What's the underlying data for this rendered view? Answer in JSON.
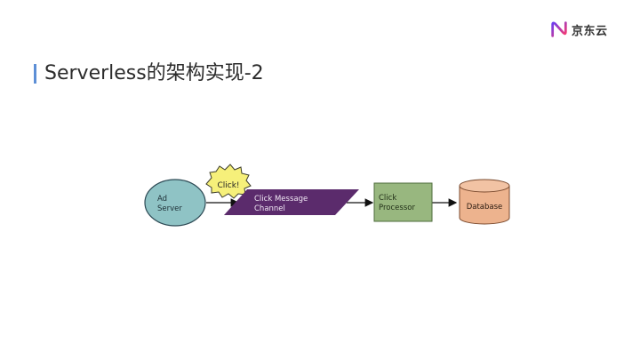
{
  "slide": {
    "title": "Serverless的架构实现-2",
    "brand": "京东云"
  },
  "diagram": {
    "ad_server": {
      "line1": "Ad",
      "line2": "Server"
    },
    "click_burst": "Click!",
    "message_channel": {
      "line1": "Click Message",
      "line2": "Channel"
    },
    "processor": {
      "line1": "Click",
      "line2": "Processor"
    },
    "database": "Database",
    "colors": {
      "ad_server_fill": "#8fc3c5",
      "burst_fill": "#f6f07a",
      "channel_fill": "#5b2b6c",
      "processor_fill": "#98b77f",
      "database_fill": "#edb38e",
      "accent": "#5d8fd6"
    }
  }
}
